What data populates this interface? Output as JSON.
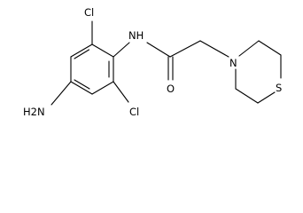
{
  "labels": {
    "cl_top": "Cl",
    "cl_bottom": "Cl",
    "nh": "NH",
    "nh2": "H2N",
    "carbonyl_o": "O",
    "ring_n": "N",
    "ring_s": "S"
  }
}
